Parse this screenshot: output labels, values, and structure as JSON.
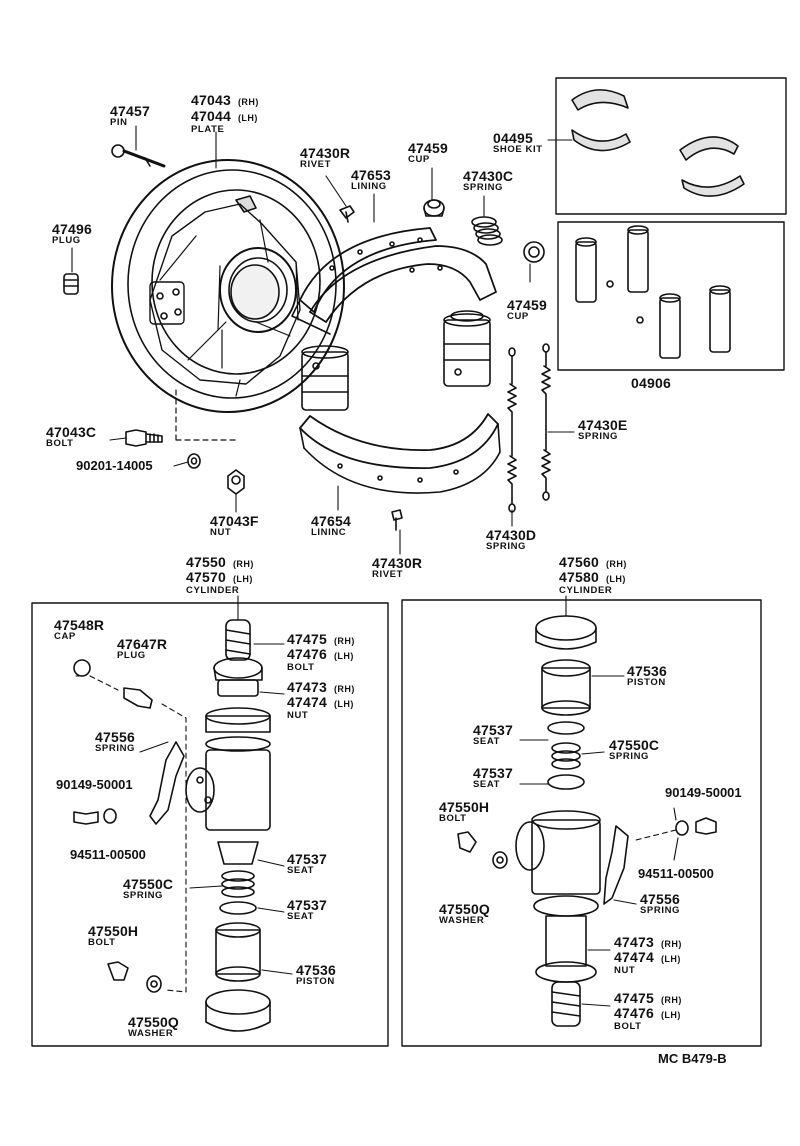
{
  "labels": {
    "pin_47457": {
      "num": "47457",
      "sub": "PIN"
    },
    "plate_rh": {
      "num": "47043",
      "side": "(RH)"
    },
    "plate_lh": {
      "num": "47044",
      "side": "(LH)",
      "sub": "PLATE"
    },
    "rivet_top": {
      "num": "47430R",
      "sub": "RIVET"
    },
    "cup_top": {
      "num": "47459",
      "sub": "CUP"
    },
    "lining_top": {
      "num": "47653",
      "sub": "LINING"
    },
    "spring_c": {
      "num": "47430C",
      "sub": "SPRING"
    },
    "shoe_kit": {
      "num": "04495",
      "sub": "SHOE KIT"
    },
    "plug_47496": {
      "num": "47496",
      "sub": "PLUG"
    },
    "cup_right": {
      "num": "47459",
      "sub": "CUP"
    },
    "kit_04906": {
      "num": "04906"
    },
    "spring_e": {
      "num": "47430E",
      "sub": "SPRING"
    },
    "bolt_47043c": {
      "num": "47043C",
      "sub": "BOLT"
    },
    "washer_90201": {
      "num": "90201-14005"
    },
    "nut_47043f": {
      "num": "47043F",
      "sub": "NUT"
    },
    "lining_bottom": {
      "num": "47654",
      "sub": "LININC"
    },
    "rivet_bottom": {
      "num": "47430R",
      "sub": "RIVET"
    },
    "spring_d": {
      "num": "47430D",
      "sub": "SPRING"
    },
    "cyl_left_rh": {
      "num": "47550",
      "side": "(RH)"
    },
    "cyl_left_lh": {
      "num": "47570",
      "side": "(LH)",
      "sub": "CYLINDER"
    },
    "cyl_right_rh": {
      "num": "47560",
      "side": "(RH)"
    },
    "cyl_right_lh": {
      "num": "47580",
      "side": "(LH)",
      "sub": "CYLINDER"
    },
    "l_cap": {
      "num": "47548R",
      "sub": "CAP"
    },
    "l_plug": {
      "num": "47647R",
      "sub": "PLUG"
    },
    "l_bolt_rh": {
      "num": "47475",
      "side": "(RH)"
    },
    "l_bolt_lh": {
      "num": "47476",
      "side": "(LH)",
      "sub": "BOLT"
    },
    "l_nut_rh": {
      "num": "47473",
      "side": "(RH)"
    },
    "l_nut_lh": {
      "num": "47474",
      "side": "(LH)",
      "sub": "NUT"
    },
    "l_spring_47556": {
      "num": "47556",
      "sub": "SPRING"
    },
    "l_screw": {
      "num": "90149-50001"
    },
    "l_lockwasher": {
      "num": "94511-00500"
    },
    "l_seat_1": {
      "num": "47537",
      "sub": "SEAT"
    },
    "l_spring_47550c": {
      "num": "47550C",
      "sub": "SPRING"
    },
    "l_seat_2": {
      "num": "47537",
      "sub": "SEAT"
    },
    "l_bolt_47550h": {
      "num": "47550H",
      "sub": "BOLT"
    },
    "l_piston": {
      "num": "47536",
      "sub": "PISTON"
    },
    "l_washer_47550q": {
      "num": "47550Q",
      "sub": "WASHER"
    },
    "r_piston": {
      "num": "47536",
      "sub": "PISTON"
    },
    "r_seat_1": {
      "num": "47537",
      "sub": "SEAT"
    },
    "r_spring_47550c": {
      "num": "47550C",
      "sub": "SPRING"
    },
    "r_seat_2": {
      "num": "47537",
      "sub": "SEAT"
    },
    "r_bolt_47550h": {
      "num": "47550H",
      "sub": "BOLT"
    },
    "r_screw": {
      "num": "90149-50001"
    },
    "r_lockwasher": {
      "num": "94511-00500"
    },
    "r_washer_47550q": {
      "num": "47550Q",
      "sub": "WASHER"
    },
    "r_spring_47556": {
      "num": "47556",
      "sub": "SPRING"
    },
    "r_nut_rh": {
      "num": "47473",
      "side": "(RH)"
    },
    "r_nut_lh": {
      "num": "47474",
      "side": "(LH)",
      "sub": "NUT"
    },
    "r_bolt_rh": {
      "num": "47475",
      "side": "(RH)"
    },
    "r_bolt_lh": {
      "num": "47476",
      "side": "(LH)",
      "sub": "BOLT"
    }
  },
  "figure_ref": "MC B479-B"
}
